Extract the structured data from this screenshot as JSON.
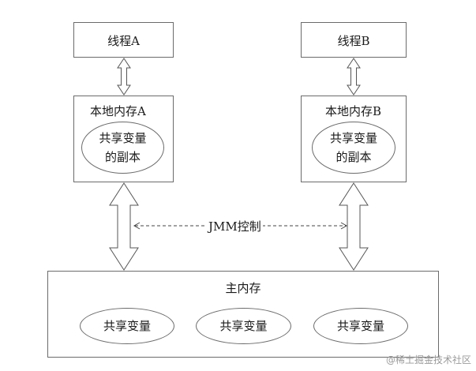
{
  "thread_a": {
    "label": "线程A"
  },
  "thread_b": {
    "label": "线程B"
  },
  "local_a": {
    "label": "本地内存A",
    "copy_line1": "共享变量",
    "copy_line2": "的副本"
  },
  "local_b": {
    "label": "本地内存B",
    "copy_line1": "共享变量",
    "copy_line2": "的副本"
  },
  "jmm_label": "JMM控制",
  "main_memory": {
    "label": "主内存",
    "variables": [
      "共享变量",
      "共享变量",
      "共享变量"
    ]
  },
  "watermark": "@稀土掘金技术社区"
}
